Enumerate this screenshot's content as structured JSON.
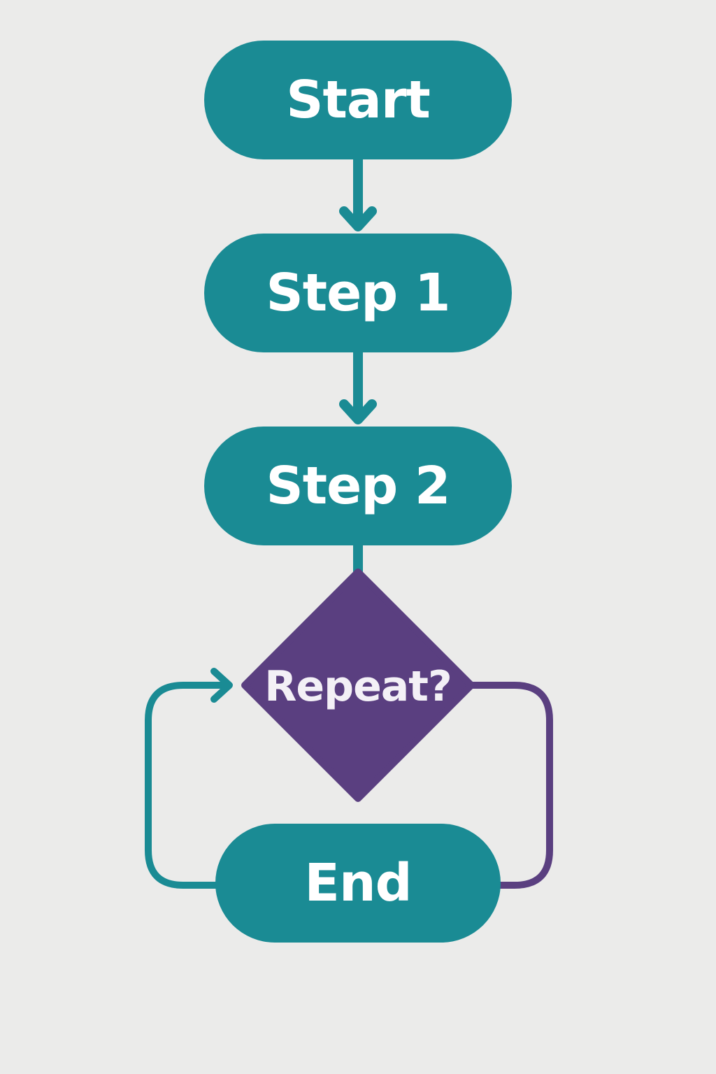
{
  "colors": {
    "background": "#ebebea",
    "process_node": "#1a8b94",
    "decision_node": "#5a3f80",
    "loop_line_left": "#1a8b94",
    "loop_line_right": "#5a3f80",
    "text": "#ffffff"
  },
  "flowchart": {
    "nodes": [
      {
        "id": "start",
        "shape": "pill",
        "label": "Start"
      },
      {
        "id": "step1",
        "shape": "pill",
        "label": "Step 1"
      },
      {
        "id": "step2",
        "shape": "pill",
        "label": "Step 2"
      },
      {
        "id": "decision",
        "shape": "diamond",
        "label": "Repeat?"
      },
      {
        "id": "end",
        "shape": "pill",
        "label": "End"
      }
    ],
    "edges": [
      {
        "from": "start",
        "to": "step1",
        "arrow": true
      },
      {
        "from": "step1",
        "to": "step2",
        "arrow": true
      },
      {
        "from": "step2",
        "to": "decision",
        "arrow": false
      },
      {
        "from": "decision",
        "to": "end",
        "arrow": false
      },
      {
        "from": "end",
        "to": "decision",
        "arrow": true
      }
    ]
  }
}
